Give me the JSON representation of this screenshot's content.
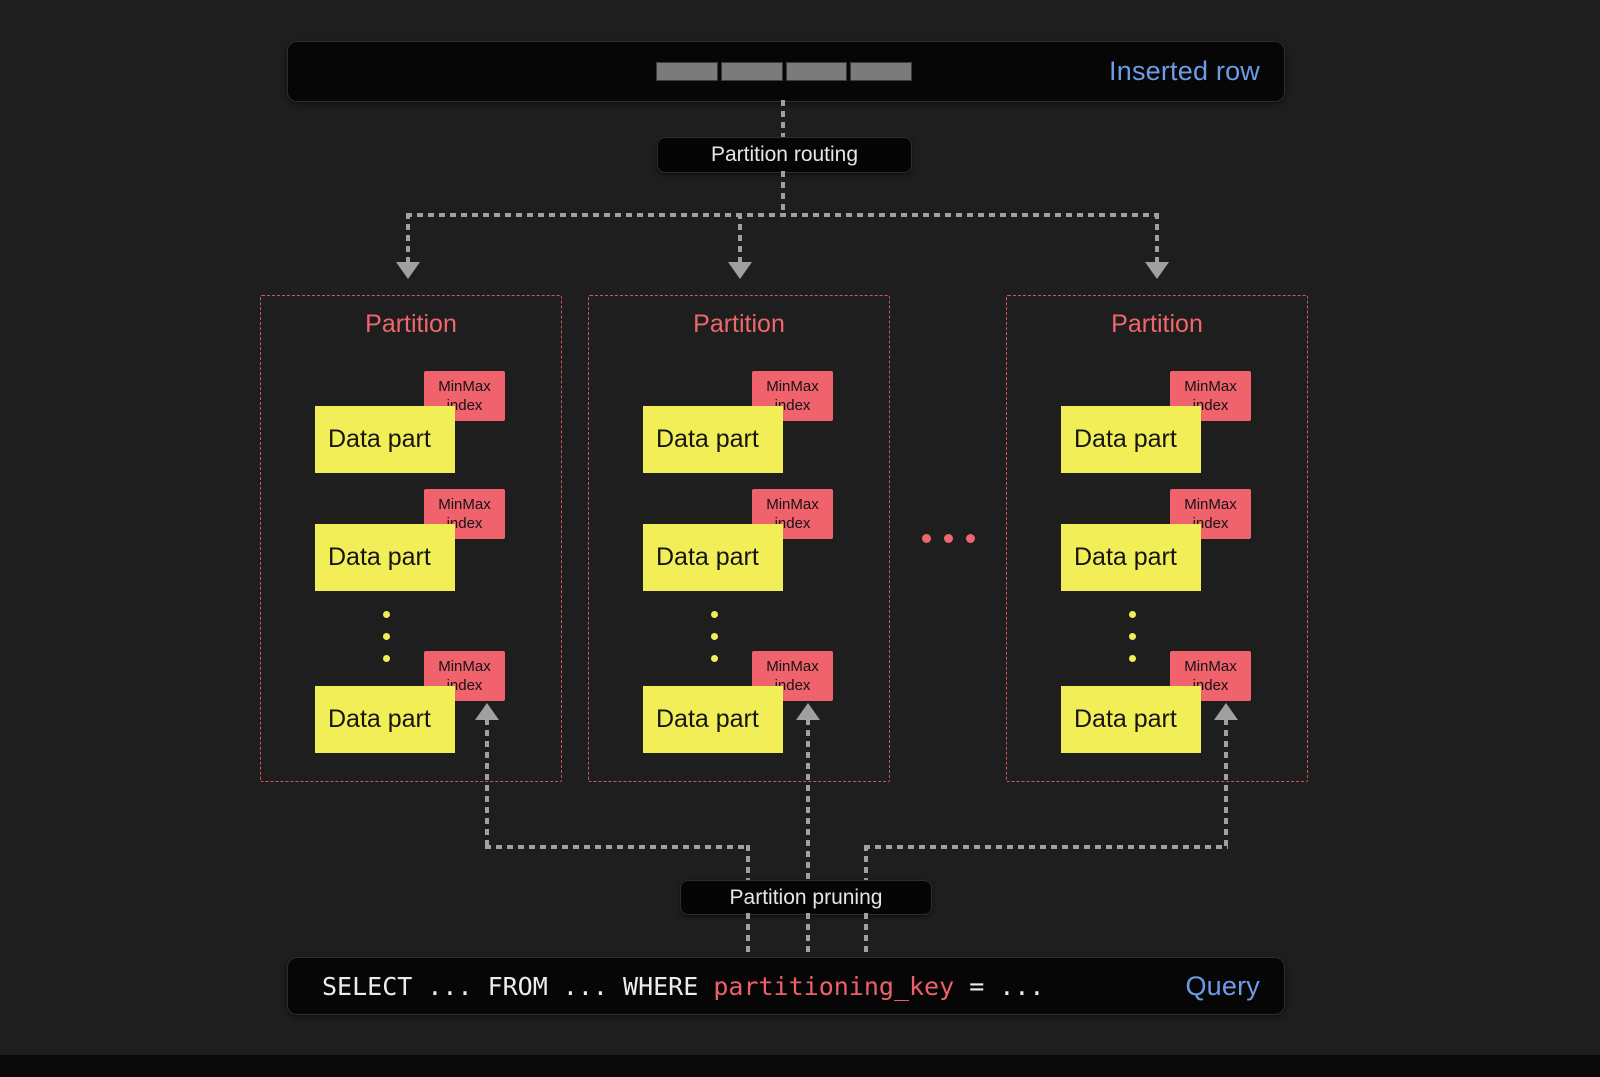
{
  "colors": {
    "background": "#1e1e1e",
    "bar_background": "#060606",
    "accent_blue": "#6d9ce6",
    "accent_red": "#f0626c",
    "partition_border_red": "#d05757",
    "data_part_yellow": "#f1ee57",
    "arrow_gray": "#a0a0a0"
  },
  "inserted_row": {
    "label": "Inserted row",
    "segments": 4
  },
  "routing": {
    "label": "Partition routing"
  },
  "pruning": {
    "label": "Partition pruning"
  },
  "ellipsis": "...",
  "partitions": [
    {
      "title": "Partition",
      "parts": [
        {
          "label": "Data part",
          "index": "MinMax index"
        },
        {
          "label": "Data part",
          "index": "MinMax index"
        },
        {
          "label": "Data part",
          "index": "MinMax index"
        }
      ]
    },
    {
      "title": "Partition",
      "parts": [
        {
          "label": "Data part",
          "index": "MinMax index"
        },
        {
          "label": "Data part",
          "index": "MinMax index"
        },
        {
          "label": "Data part",
          "index": "MinMax index"
        }
      ]
    },
    {
      "title": "Partition",
      "parts": [
        {
          "label": "Data part",
          "index": "MinMax index"
        },
        {
          "label": "Data part",
          "index": "MinMax index"
        },
        {
          "label": "Data part",
          "index": "MinMax index"
        }
      ]
    }
  ],
  "query": {
    "sql_prefix": "SELECT ... FROM ... WHERE ",
    "sql_key": "partitioning_key",
    "sql_suffix": " = ...",
    "label": "Query"
  }
}
